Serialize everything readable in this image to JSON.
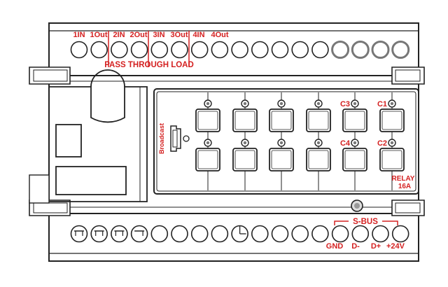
{
  "colors": {
    "label_red": "#d42020",
    "line": "#222222",
    "terminal_fill": "#ffffff",
    "dark_terminal": "#8a8a8a"
  },
  "top_terminals": {
    "labels": [
      "1IN",
      "1Out",
      "2IN",
      "2Out",
      "3IN",
      "3Out",
      "4IN",
      "4Out"
    ],
    "bracket_label": "PASS THROUGH LOAD"
  },
  "panel": {
    "broadcast_label": "Broadcast",
    "channel_labels": [
      "C3",
      "C1",
      "C4",
      "C2"
    ],
    "rating_line1": "RELAY",
    "rating_line2": "16A"
  },
  "bottom_terminals": {
    "bus_label": "S-BUS",
    "pin_labels": [
      "GND",
      "D-",
      "D+",
      "+24V"
    ]
  },
  "icons": [
    "screw-terminal-icon",
    "led-indicator-icon",
    "push-button-icon",
    "usb-port-icon",
    "mounting-clip-icon"
  ]
}
